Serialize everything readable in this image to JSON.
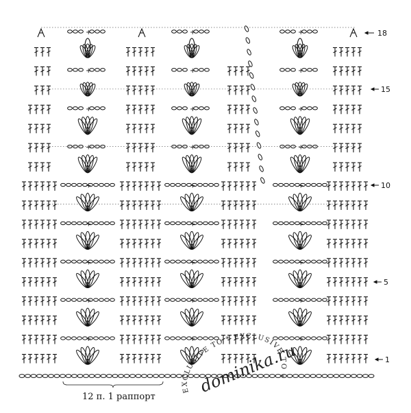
{
  "row_labels": [
    "18",
    "15",
    "10",
    "5",
    "1"
  ],
  "repeat_label": "12 п. 1 раппорт",
  "watermark": {
    "site": "dominika.ru",
    "ring_text": "EXCLUSIVE TO * EXCLUSIVE TO *"
  },
  "colors": {
    "ink": "#111111",
    "dotted": "#666666"
  }
}
